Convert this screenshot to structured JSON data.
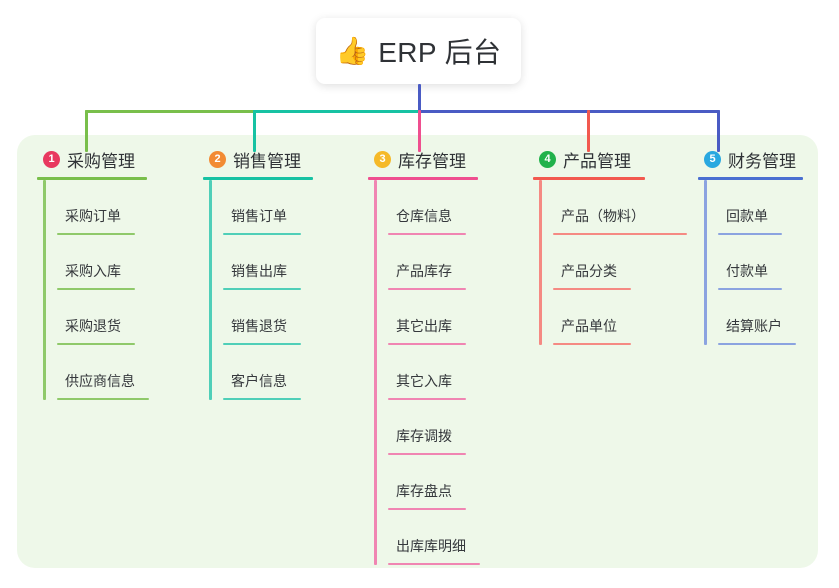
{
  "root": {
    "icon": "thumbs-up-icon",
    "icon_glyph": "👍",
    "title": "ERP 后台"
  },
  "palette": {
    "panel_bg": "#eef8e9",
    "page_bg": "#ffffff",
    "text": "#2f3236",
    "trunk_blue": "#4a5bc4",
    "bus_green": "#79bf4b",
    "bus_teal": "#17c2a3",
    "bus_blue": "#4a5bc4",
    "drop_pink": "#ef4f8f",
    "drop_red": "#f2594f"
  },
  "branches": [
    {
      "number": "1",
      "title": "采购管理",
      "badge_color": "#e8395f",
      "line_color": "#79bf4b",
      "leaf_line_color": "#8fc96a",
      "leaves": [
        "采购订单",
        "采购入库",
        "采购退货",
        "供应商信息"
      ]
    },
    {
      "number": "2",
      "title": "销售管理",
      "badge_color": "#f28b33",
      "line_color": "#17c2a3",
      "leaf_line_color": "#4fcfb8",
      "leaves": [
        "销售订单",
        "销售出库",
        "销售退货",
        "客户信息"
      ]
    },
    {
      "number": "3",
      "title": "库存管理",
      "badge_color": "#f5b928",
      "line_color": "#ef4f8f",
      "leaf_line_color": "#f085b2",
      "leaves": [
        "仓库信息",
        "产品库存",
        "其它出库",
        "其它入库",
        "库存调拨",
        "库存盘点",
        "出库库明细"
      ]
    },
    {
      "number": "4",
      "title": "产品管理",
      "badge_color": "#21b24b",
      "line_color": "#f2594f",
      "leaf_line_color": "#f58a83",
      "leaves": [
        "产品（物料）",
        "产品分类",
        "产品单位"
      ]
    },
    {
      "number": "5",
      "title": "财务管理",
      "badge_color": "#29a8e0",
      "line_color": "#4a6fd1",
      "leaf_line_color": "#8ba3e0",
      "leaves": [
        "回款单",
        "付款单",
        "结算账户"
      ]
    }
  ]
}
